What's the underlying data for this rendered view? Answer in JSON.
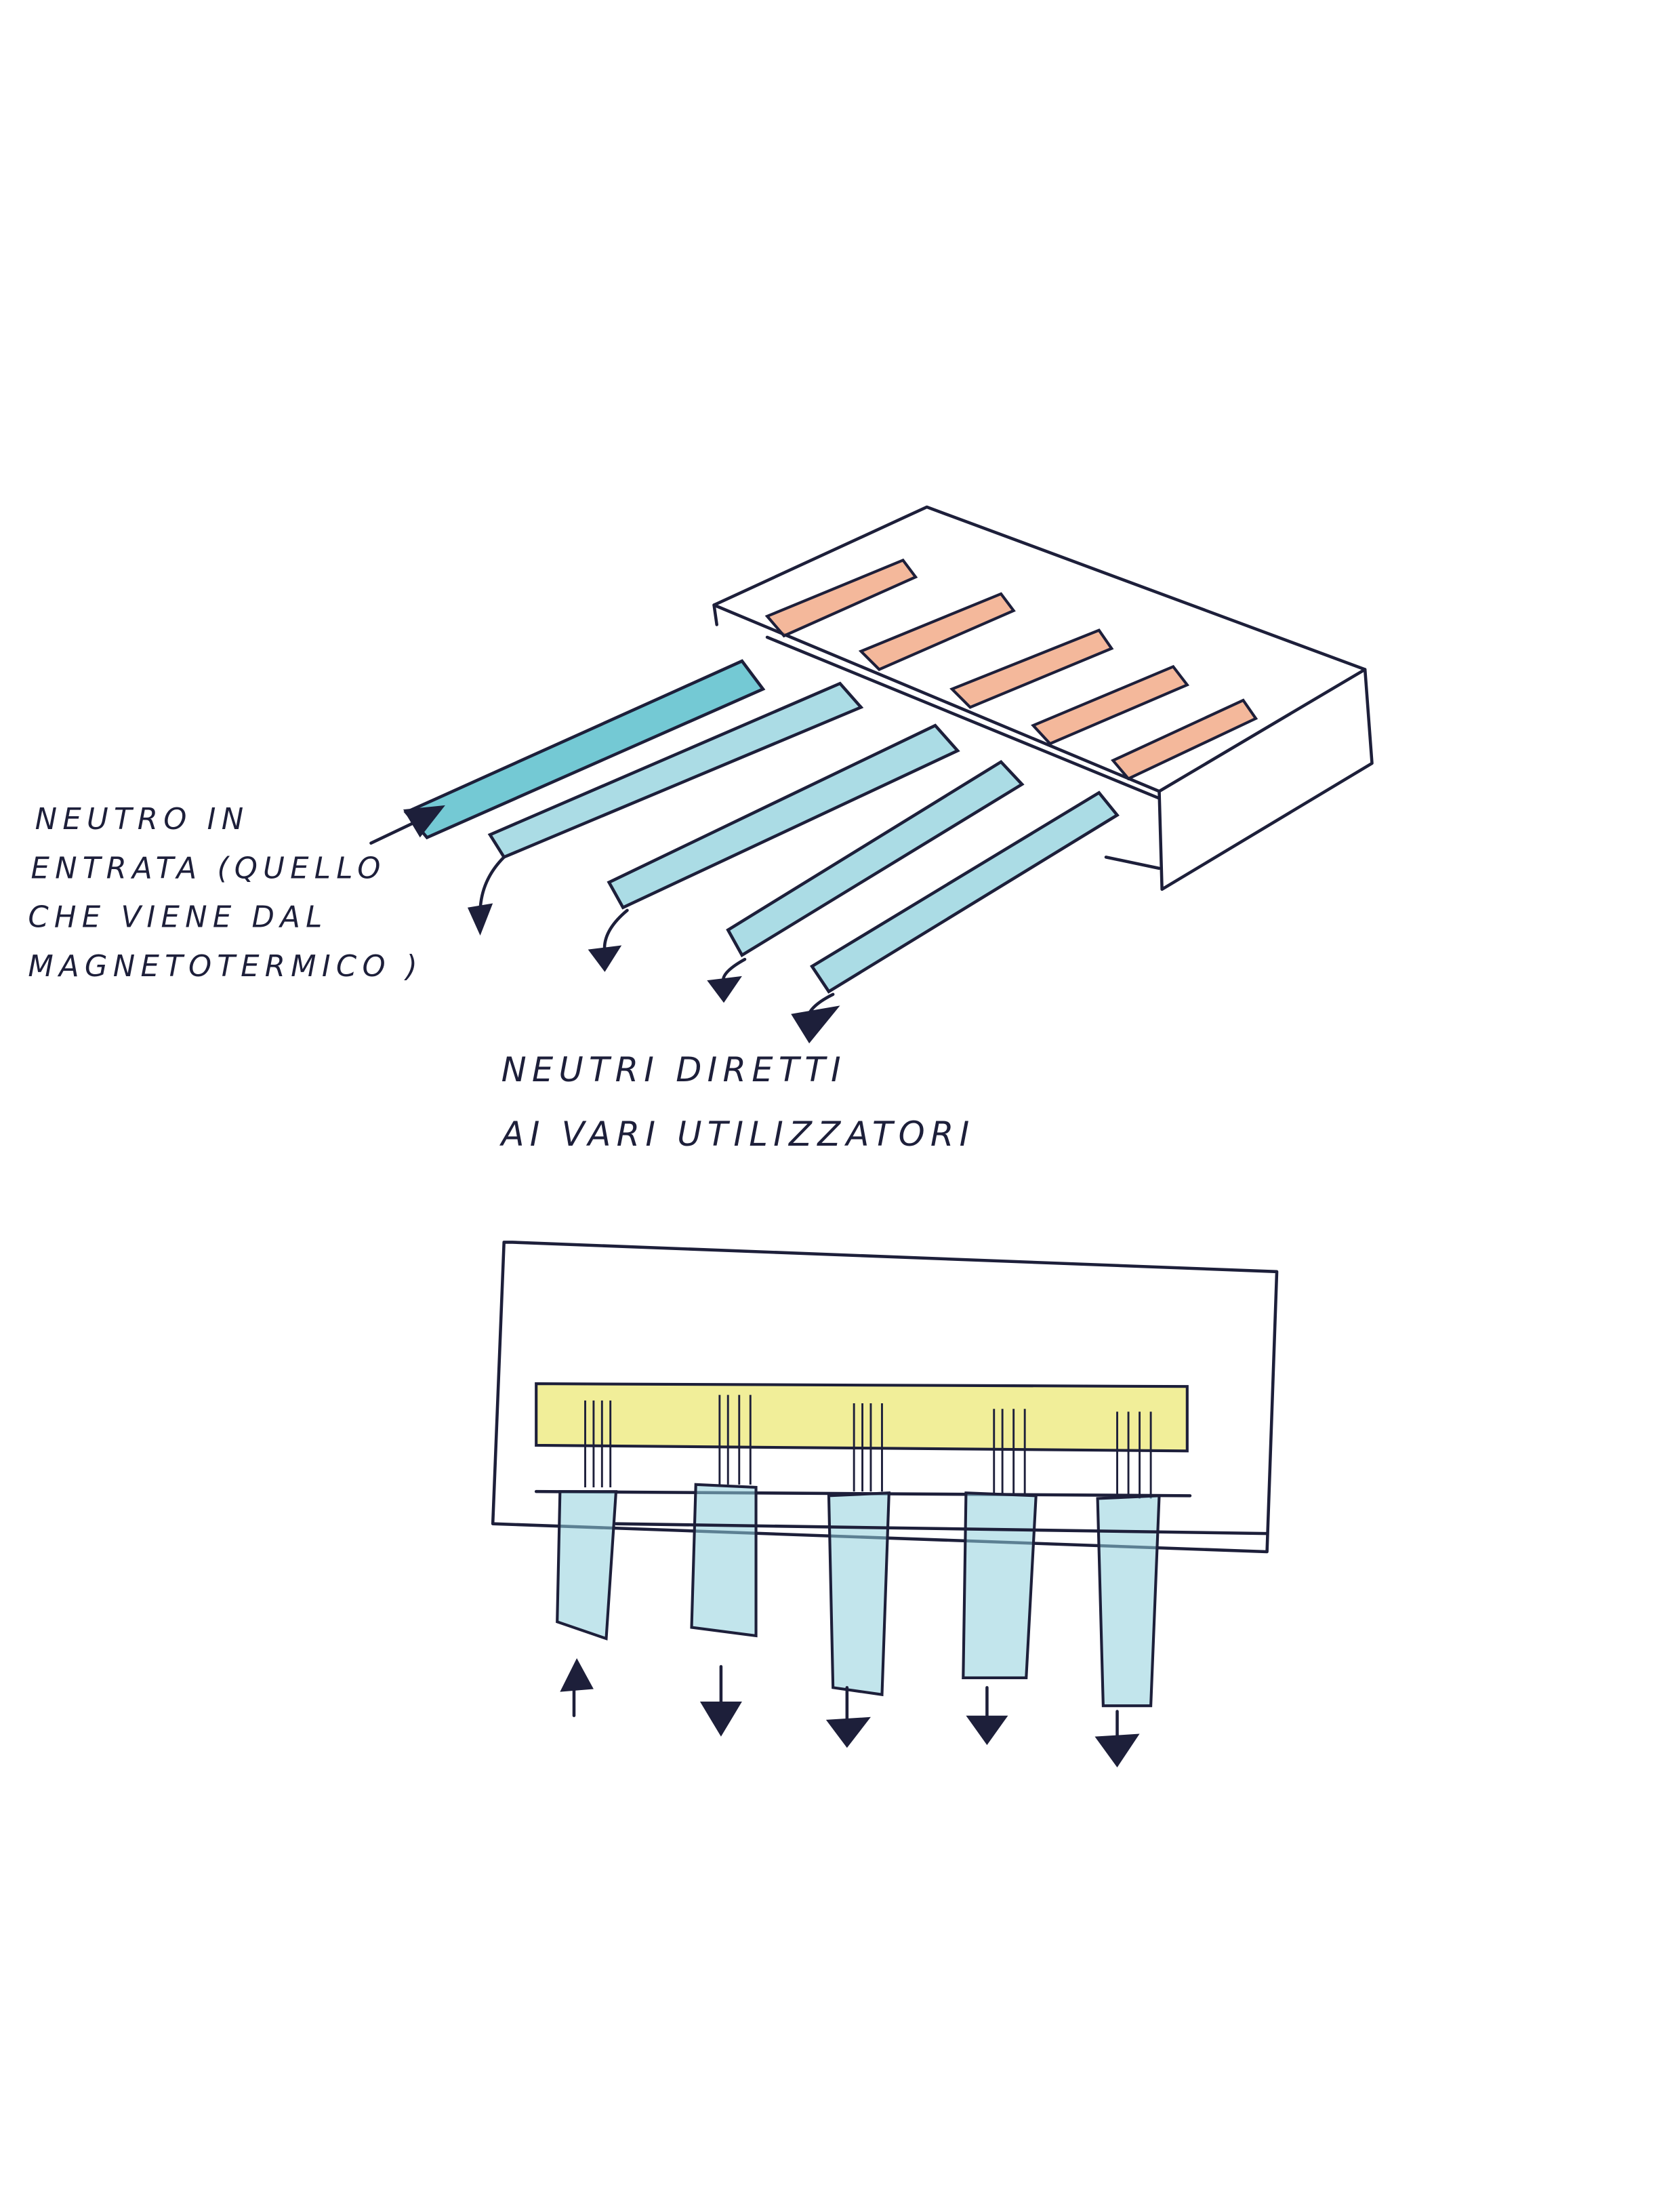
{
  "labels": {
    "incoming": [
      "NEUTRO IN",
      "ENTRATA (QUELLO",
      "CHE VIENE DAL",
      "MAGNETOTERMICO )"
    ],
    "outgoing": [
      "NEUTRI DIRETTI",
      "AI VARI UTILIZZATORI"
    ]
  },
  "colors": {
    "ink": "#1d1f3a",
    "cable_blue": "#8fd0dc",
    "cable_blue_dark": "#5cc0cc",
    "terminal_orange": "#f0a07a",
    "busbar_yellow": "#eeea80"
  }
}
